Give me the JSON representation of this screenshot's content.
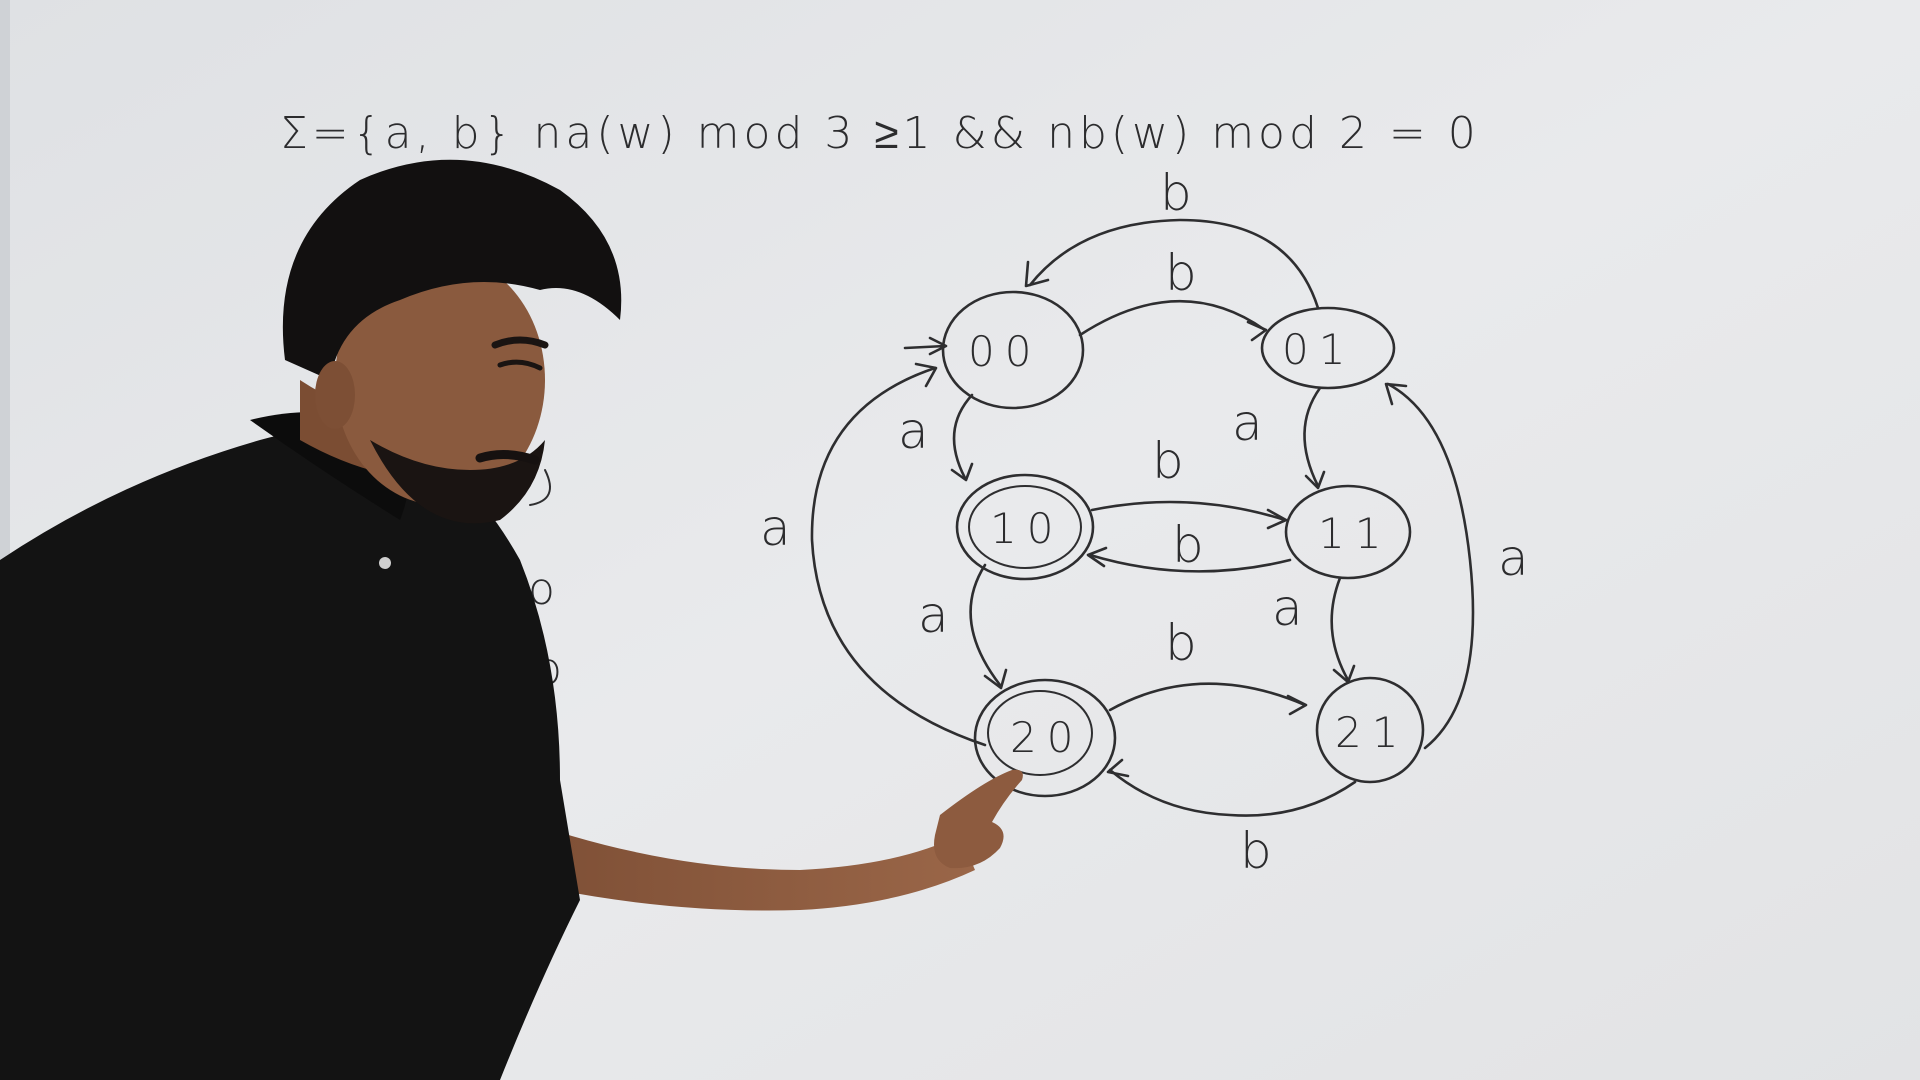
{
  "board": {
    "formula": "Σ={a, b}  na(w) mod 3 ≥1  && nb(w) mod 2 = 0",
    "side_notes": [
      "o",
      "o"
    ]
  },
  "automaton": {
    "states": [
      {
        "id": "00",
        "label": "00",
        "start": true,
        "accepting": false
      },
      {
        "id": "01",
        "label": "01",
        "start": false,
        "accepting": false
      },
      {
        "id": "10",
        "label": "10",
        "start": false,
        "accepting": true
      },
      {
        "id": "11",
        "label": "11",
        "start": false,
        "accepting": false
      },
      {
        "id": "20",
        "label": "20",
        "start": false,
        "accepting": true
      },
      {
        "id": "21",
        "label": "21",
        "start": false,
        "accepting": false
      }
    ],
    "transitions": [
      {
        "from": "00",
        "to": "01",
        "symbol": "b"
      },
      {
        "from": "01",
        "to": "00",
        "symbol": "b"
      },
      {
        "from": "00",
        "to": "10",
        "symbol": "a"
      },
      {
        "from": "01",
        "to": "11",
        "symbol": "a"
      },
      {
        "from": "10",
        "to": "11",
        "symbol": "b"
      },
      {
        "from": "11",
        "to": "10",
        "symbol": "b"
      },
      {
        "from": "10",
        "to": "20",
        "symbol": "a"
      },
      {
        "from": "11",
        "to": "21",
        "symbol": "a"
      },
      {
        "from": "20",
        "to": "21",
        "symbol": "b"
      },
      {
        "from": "21",
        "to": "20",
        "symbol": "b"
      },
      {
        "from": "20",
        "to": "00",
        "symbol": "a"
      },
      {
        "from": "21",
        "to": "01",
        "symbol": "a"
      }
    ]
  },
  "colors": {
    "board": "#e6e8ea",
    "ink": "#2e2e30",
    "shirt": "#121212",
    "skin": "#8a5a3e",
    "hair": "#121010"
  }
}
